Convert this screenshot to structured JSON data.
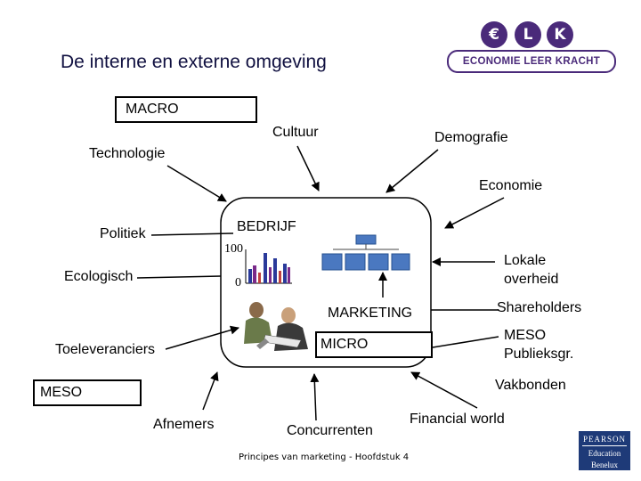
{
  "title": "De interne en externe omgeving",
  "logo": {
    "letters": [
      "€",
      "L",
      "K"
    ],
    "banner": "ECONOMIE LEER KRACHT"
  },
  "boxes": {
    "macro": "MACRO",
    "meso": "MESO",
    "micro": "MICRO"
  },
  "center": {
    "bedrijf": "BEDRIJF",
    "marketing": "MARKETING",
    "chart_top": "100",
    "chart_bottom": "0"
  },
  "labels": {
    "cultuur": "Cultuur",
    "demografie": "Demografie",
    "technologie": "Technologie",
    "economie": "Economie",
    "politiek": "Politiek",
    "lokale_overheid_1": "Lokale",
    "lokale_overheid_2": "overheid",
    "ecologisch": "Ecologisch",
    "shareholders": "Shareholders",
    "meso_publieksgr_1": "MESO",
    "meso_publieksgr_2": "Publieksgr.",
    "toeleveranciers": "Toeleveranciers",
    "vakbonden": "Vakbonden",
    "afnemers": "Afnemers",
    "concurrenten": "Concurrenten",
    "financial_world": "Financial world"
  },
  "footer": "Principes van marketing - Hoofdstuk 4",
  "publisher": {
    "name": "PEARSON",
    "line1": "Education",
    "line2": "Benelux"
  },
  "colors": {
    "title": "#101040",
    "logo": "#4a2a7a",
    "org_box": "#4a78c0",
    "publisher": "#1e3a78"
  }
}
